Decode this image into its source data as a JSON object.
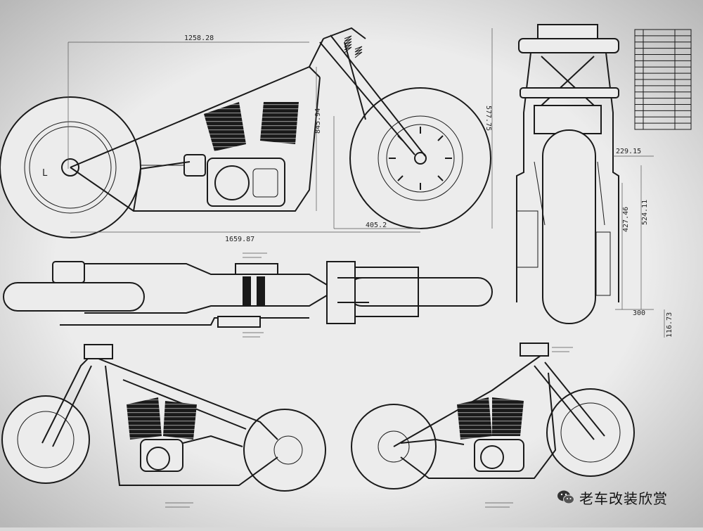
{
  "dimensions": {
    "wheelbase": "1258.28",
    "overall_length": "1659.87",
    "seat_height": "845.94",
    "head_height": "577.75",
    "front_offset": "405.2",
    "top_width": "229.15",
    "frame_height": "427.46",
    "tank_height": "524.11",
    "bottom_width": "300",
    "ground_clearance": "116.73"
  },
  "rear_axle_letter": "L",
  "parts_list_rows": 16,
  "watermark": {
    "text": "老车改装欣赏",
    "icon": "wechat-icon"
  },
  "colors": {
    "paper": "#ececec",
    "ink": "#1a1a1a",
    "background": "#d9d9d9"
  }
}
